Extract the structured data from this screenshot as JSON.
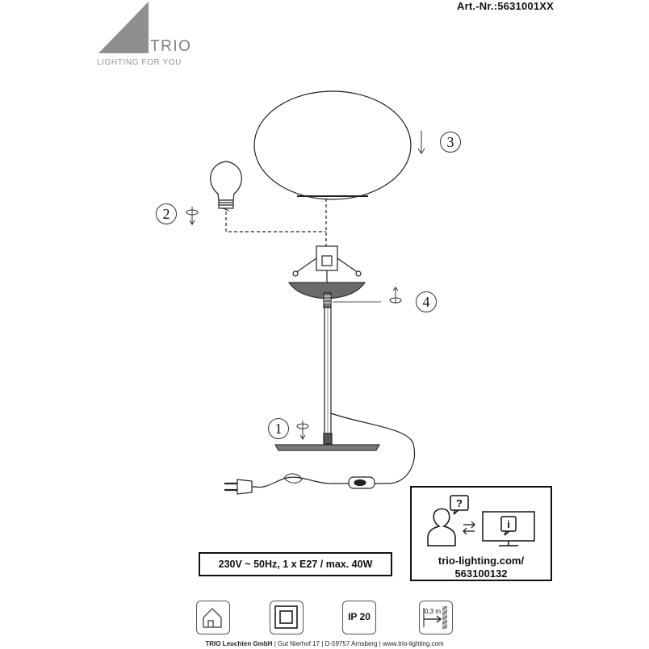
{
  "header": {
    "article_number": "Art.-Nr.:5631001XX"
  },
  "logo": {
    "brand": "TRIO",
    "tagline": "LIGHTING FOR YOU",
    "color": "#808080"
  },
  "steps": [
    "1",
    "2",
    "3",
    "4"
  ],
  "info_box": {
    "icons": [
      "person-question-icon",
      "exchange-arrows-icon",
      "monitor-info-icon"
    ],
    "url_line1": "trio-lighting.com/",
    "url_line2": "563100132"
  },
  "spec": "230V ~ 50Hz, 1 x E27 / max. 40W",
  "symbols": {
    "ip_rating": "IP 20",
    "distance": "0,3 m",
    "icons": [
      "indoor-use-icon",
      "protection-class-2-icon",
      "ip20-icon",
      "minimum-distance-icon"
    ]
  },
  "footer": {
    "company": "TRIO Leuchten GmbH",
    "street": "Gut Nierhof 17",
    "city": "D-59757 Arnsberg",
    "website": "www.trio-lighting.com",
    "separator": "|"
  }
}
